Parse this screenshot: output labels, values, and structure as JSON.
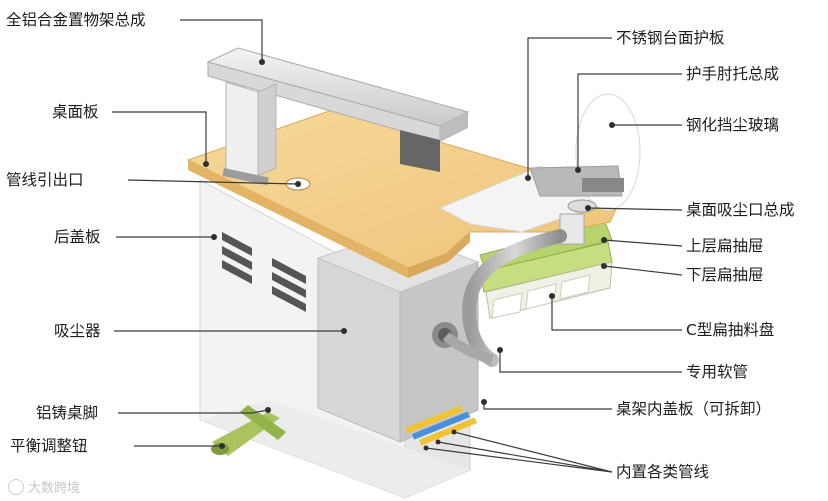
{
  "labels": {
    "rack": "全铝合金置物架总成",
    "desk_board": "桌面板",
    "cable_outlet": "管线引出口",
    "back_cover": "后盖板",
    "vacuum": "吸尘器",
    "cast_leg": "铝铸桌脚",
    "balance_knob": "平衡调整钮",
    "ss_panel": "不锈钢台面护板",
    "arm_rest": "护手肘托总成",
    "glass": "钢化挡尘玻璃",
    "dust_port": "桌面吸尘口总成",
    "upper_drawer": "上层扁抽屉",
    "lower_drawer": "下层扁抽屉",
    "c_tray": "C型扁抽料盘",
    "hose": "专用软管",
    "inner_cover": "桌架内盖板（可拆卸）",
    "pipes": "内置各类管线"
  },
  "watermark": "大数跨境"
}
